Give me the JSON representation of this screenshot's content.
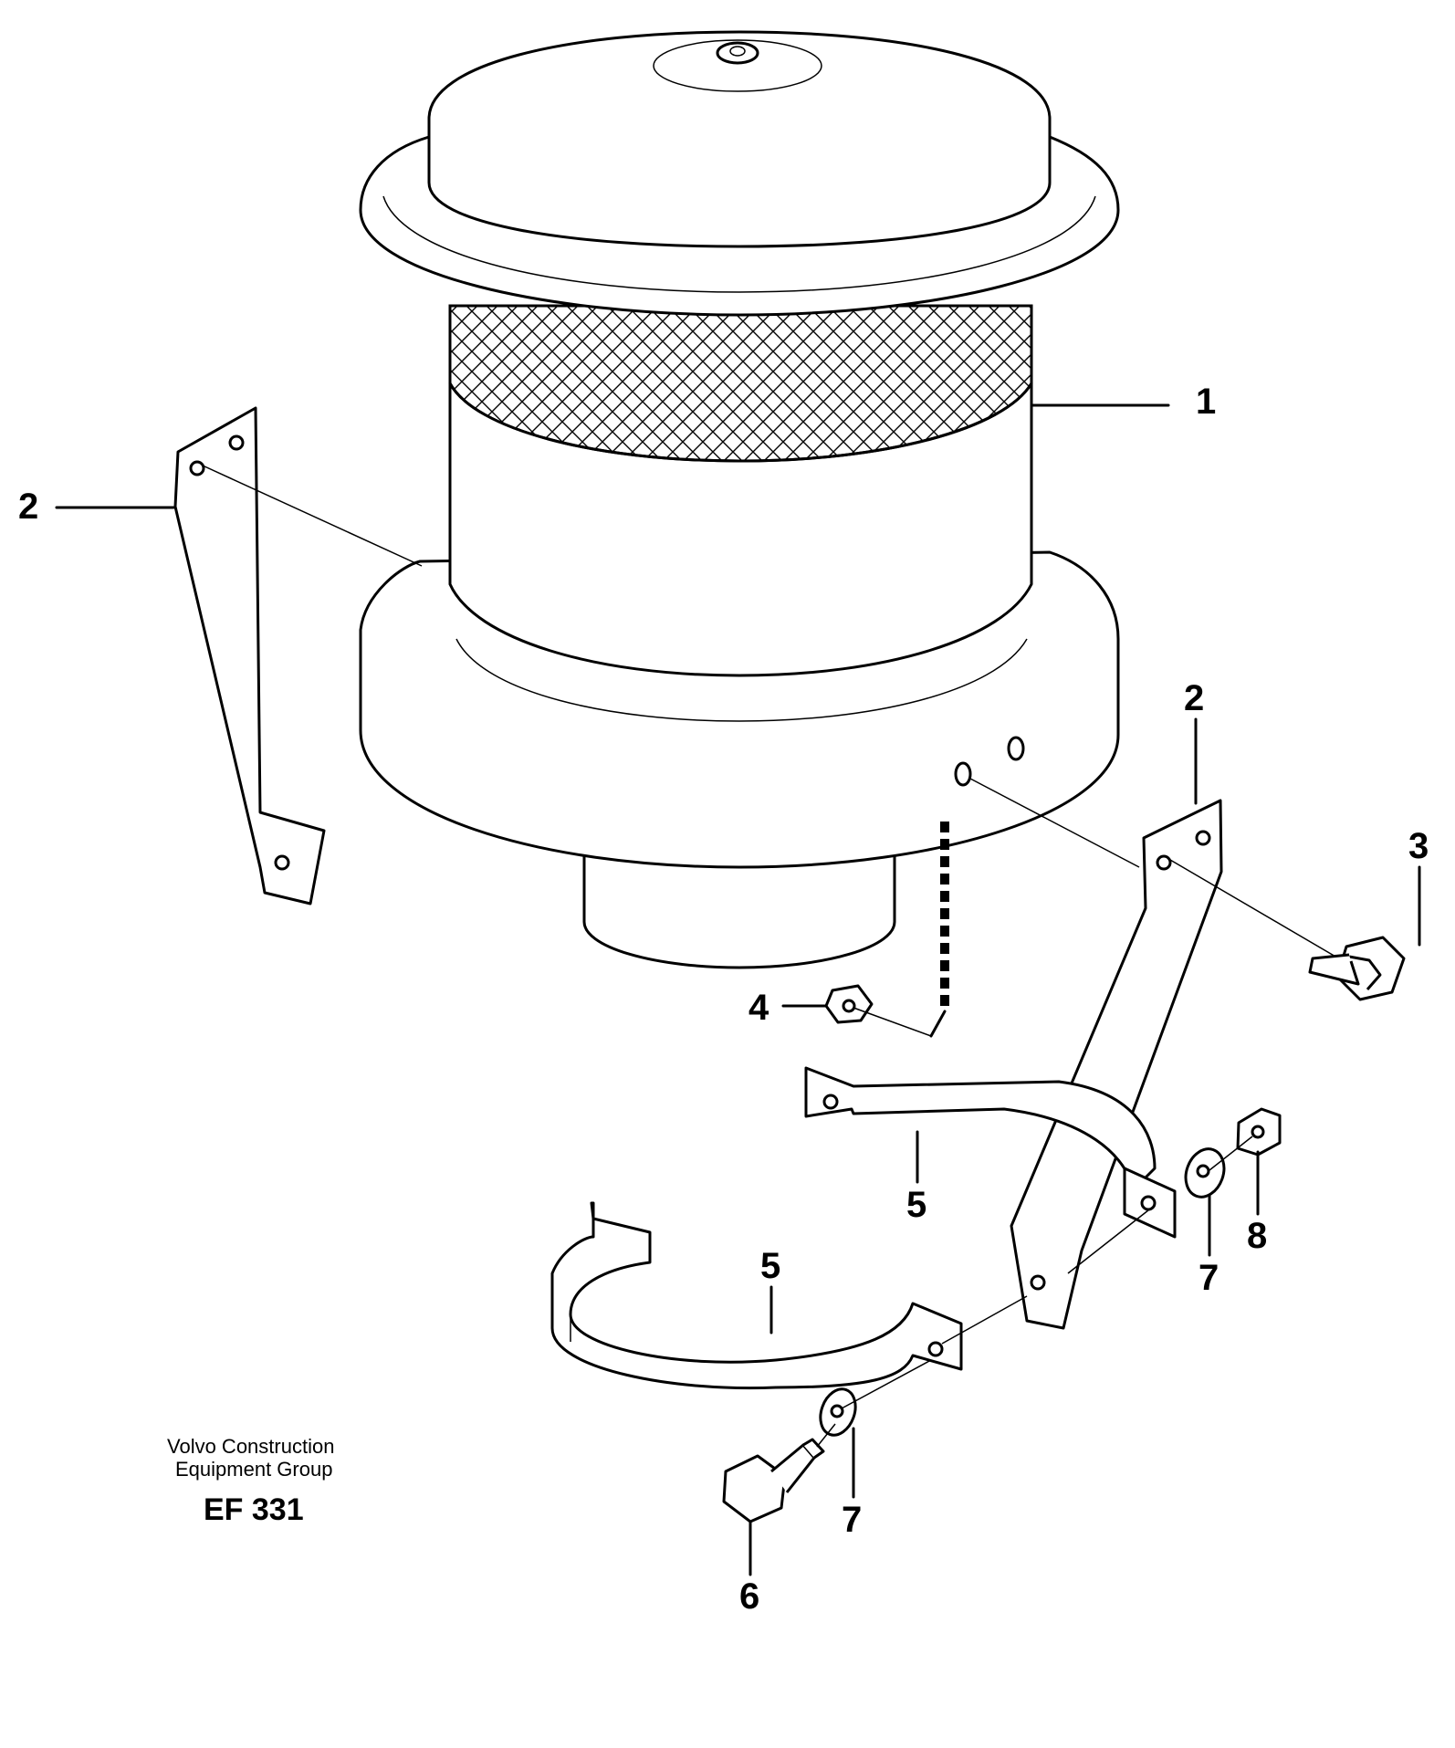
{
  "callouts": {
    "c1": "1",
    "c2a": "2",
    "c2b": "2",
    "c3": "3",
    "c4": "4",
    "c5a": "5",
    "c5b": "5",
    "c6": "6",
    "c7a": "7",
    "c7b": "7",
    "c8": "8"
  },
  "footer": {
    "company_line1": "Volvo Construction",
    "company_line2": "Equipment Group",
    "code": "EF 331"
  }
}
